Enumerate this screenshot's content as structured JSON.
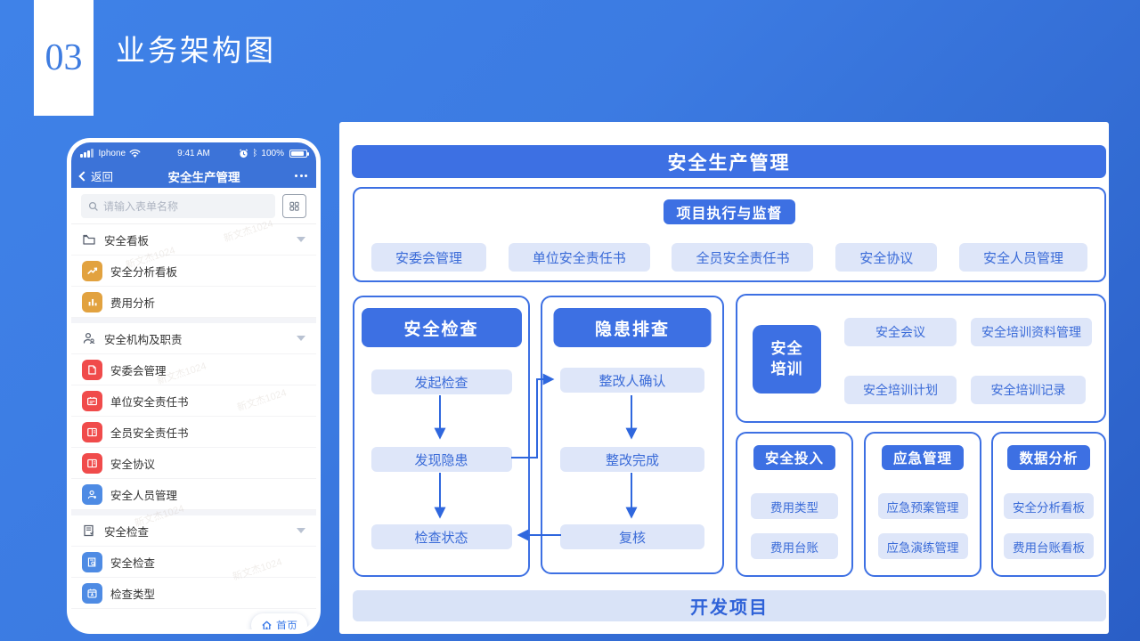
{
  "slide": {
    "number": "03",
    "title": "业务架构图"
  },
  "phone": {
    "status": {
      "carrier": "Iphone",
      "time": "9:41 AM",
      "battery_percent": "100%",
      "bluetooth_glyph": "ᛒ"
    },
    "nav": {
      "back_label": "返回",
      "title": "安全生产管理"
    },
    "search_placeholder": "请输入表单名称",
    "home_button_label": "首页",
    "watermark": "新文杰1024",
    "menu": [
      {
        "type": "section",
        "label": "安全看板",
        "icon": "folder-icon"
      },
      {
        "type": "item",
        "label": "安全分析看板",
        "icon": "trend-chart-icon",
        "color": "#E2A23F"
      },
      {
        "type": "item",
        "label": "费用分析",
        "icon": "bar-chart-icon",
        "color": "#E2A23F"
      },
      {
        "type": "divider"
      },
      {
        "type": "section",
        "label": "安全机构及职责",
        "icon": "org-people-icon"
      },
      {
        "type": "item",
        "label": "安委会管理",
        "icon": "document-icon",
        "color": "#F04B4B"
      },
      {
        "type": "item",
        "label": "单位安全责任书",
        "icon": "card-icon",
        "color": "#F04B4B"
      },
      {
        "type": "item",
        "label": "全员安全责任书",
        "icon": "book-icon",
        "color": "#F04B4B"
      },
      {
        "type": "item",
        "label": "安全协议",
        "icon": "book-icon",
        "color": "#F04B4B"
      },
      {
        "type": "item",
        "label": "安全人员管理",
        "icon": "user-icon",
        "color": "#4E8BE4"
      },
      {
        "type": "divider"
      },
      {
        "type": "section",
        "label": "安全检查",
        "icon": "doc-check-icon"
      },
      {
        "type": "item",
        "label": "安全检查",
        "icon": "search-doc-icon",
        "color": "#4E8BE4"
      },
      {
        "type": "item",
        "label": "检查类型",
        "icon": "calendar-icon",
        "color": "#4E8BE4"
      }
    ]
  },
  "diagram": {
    "title": "安全生产管理",
    "supervision_badge": "项目执行与监督",
    "supervision_chips": [
      "安委会管理",
      "单位安全责任书",
      "全员安全责任书",
      "安全协议",
      "安全人员管理"
    ],
    "inspection_title": "安全检查",
    "inspection_steps": [
      "发起检查",
      "发现隐患",
      "检查状态"
    ],
    "hazard_title": "隐患排查",
    "hazard_steps": [
      "整改人确认",
      "整改完成",
      "复核"
    ],
    "training_title_line1": "安全",
    "training_title_line2": "培训",
    "training_chips": [
      "安全会议",
      "安全培训资料管理",
      "安全培训计划",
      "安全培训记录"
    ],
    "groups": [
      {
        "title": "安全投入",
        "chips": [
          "费用类型",
          "费用台账"
        ]
      },
      {
        "title": "应急管理",
        "chips": [
          "应急预案管理",
          "应急演练管理"
        ]
      },
      {
        "title": "数据分析",
        "chips": [
          "安全分析看板",
          "费用台账看板"
        ]
      }
    ],
    "footer": "开发项目"
  },
  "colors": {
    "accent_blue": "#3D70E3",
    "chip_bg": "#DEE6F9",
    "chip_text": "#3A6BD8",
    "footer_bg": "#D9E3F7",
    "phone_header": "#3C73D8",
    "orange_icon": "#E2A23F",
    "red_icon": "#F04B4B",
    "blue_icon": "#4E8BE4"
  }
}
